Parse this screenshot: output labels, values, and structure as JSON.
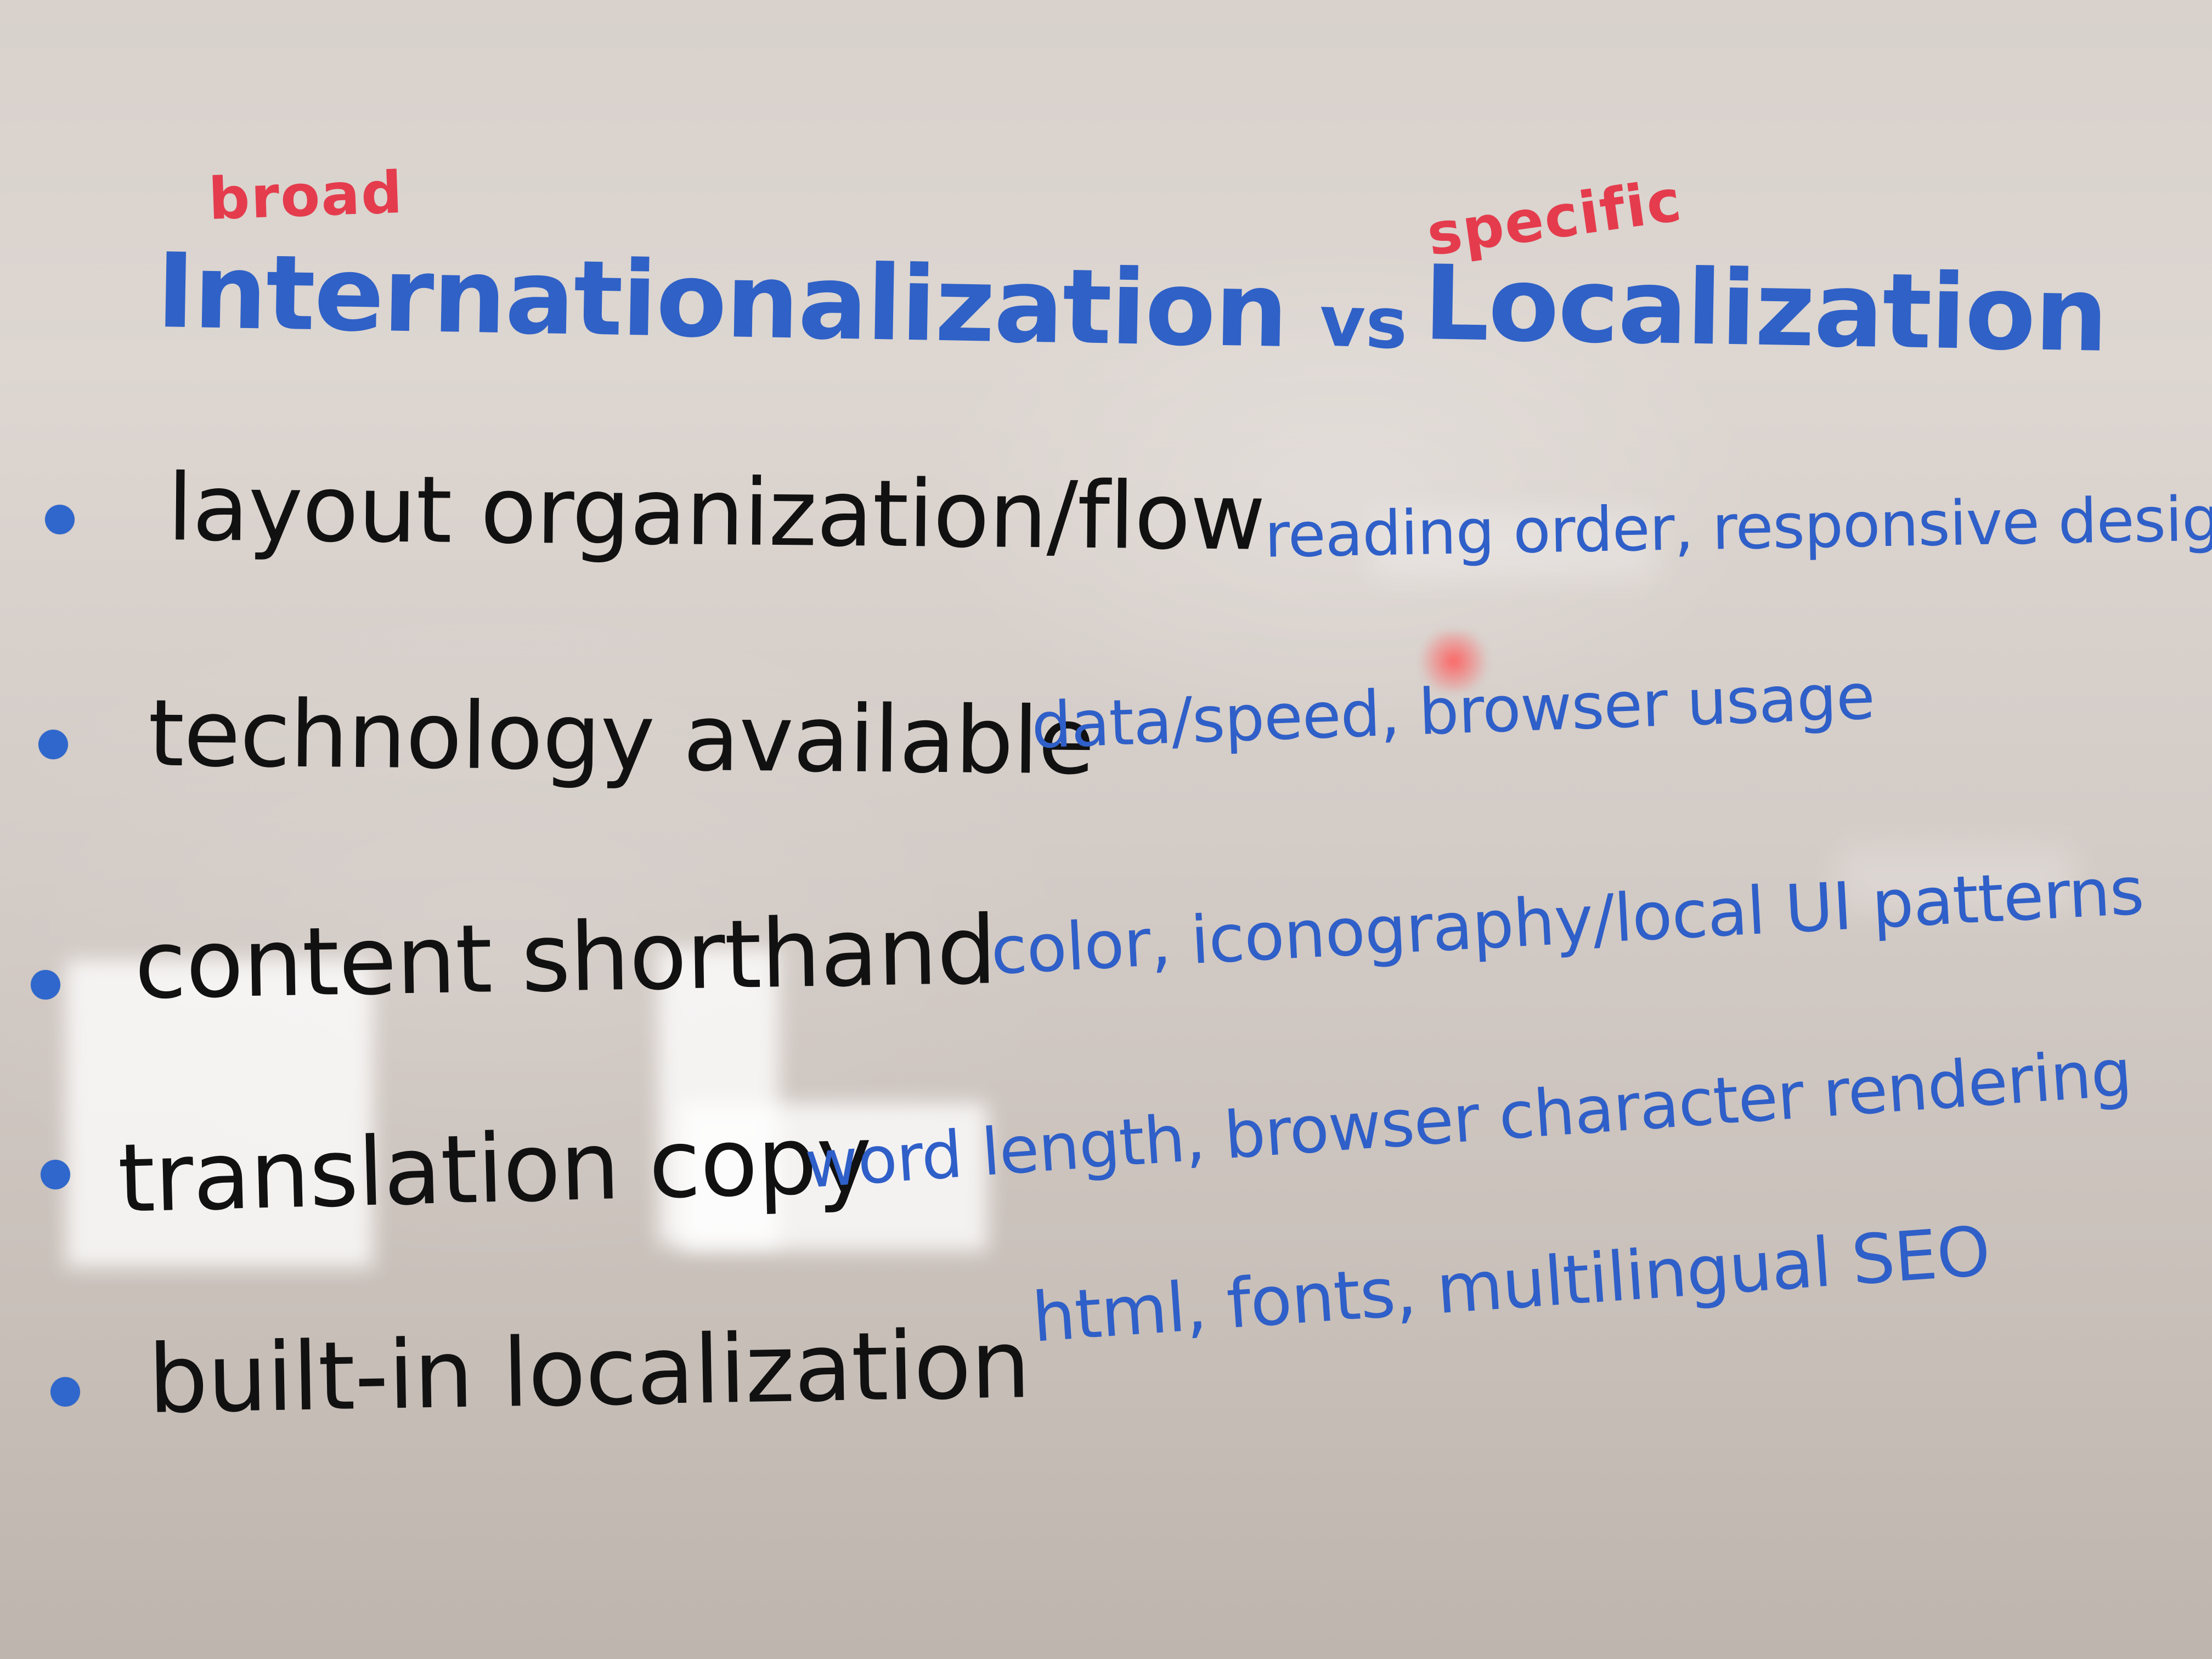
{
  "annotations": {
    "left": "broad",
    "right": "specific"
  },
  "heading": {
    "left": "Internationalization",
    "middle": "vs",
    "right": "Localization"
  },
  "items": [
    {
      "main": "layout organization/flow",
      "detail": "reading order, responsive design"
    },
    {
      "main": "technology available",
      "detail": "data/speed, browser usage"
    },
    {
      "main": "content shorthand",
      "detail": "color, iconography/local UI patterns"
    },
    {
      "main": "translation copy",
      "detail": "word length, browser character rendering"
    },
    {
      "main": "built-in localization",
      "detail": "html, fonts, multilingual SEO"
    }
  ],
  "colors": {
    "board": "#d8d1cc",
    "blue_marker": "#2f61c7",
    "red_marker": "#e53c4d",
    "black_marker": "#111111"
  }
}
